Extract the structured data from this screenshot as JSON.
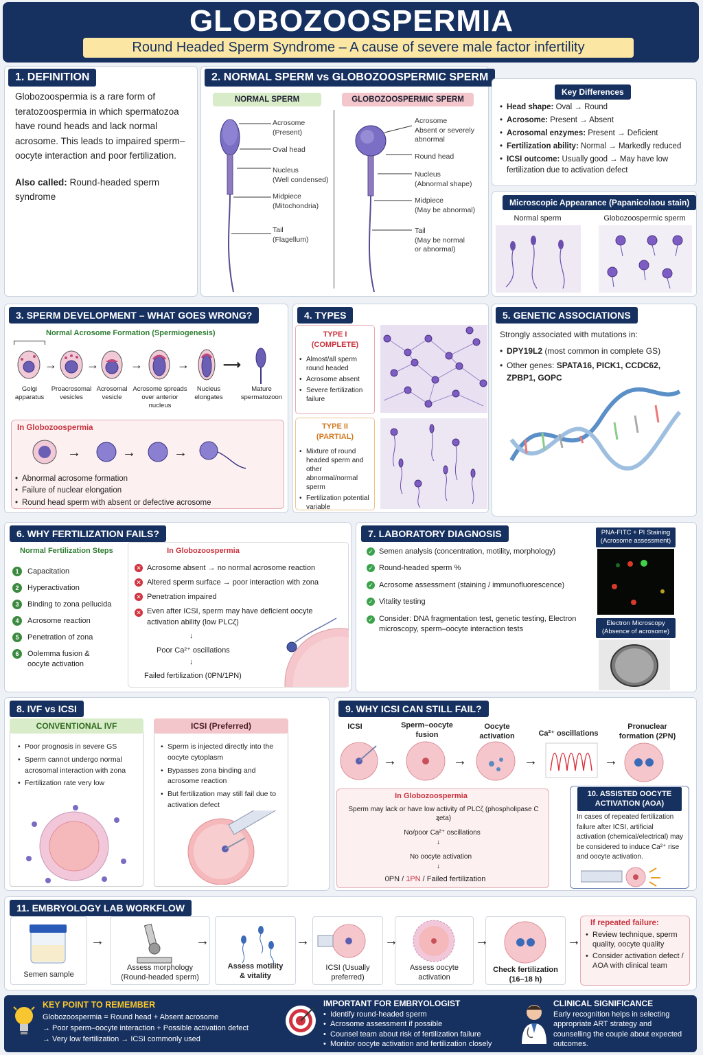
{
  "header": {
    "title": "GLOBOZOOSPERMIA",
    "subtitle": "Round Headed Sperm Syndrome – A cause of severe male factor infertility"
  },
  "s1": {
    "head": "1. DEFINITION",
    "text": "Globozoospermia is a rare form of teratozoospermia in which spermatozoa have round heads and lack normal acrosome. This leads to impaired sperm–oocyte interaction and poor fertilization.",
    "also_label": "Also called:",
    "also_text": "Round-headed sperm syndrome"
  },
  "s2": {
    "head": "2. NORMAL SPERM vs GLOBOZOOSPERMIC SPERM",
    "normal_tag": "NORMAL SPERM",
    "globo_tag": "GLOBOZOOSPERMIC SPERM",
    "normal_labels": [
      "Acrosome\n(Present)",
      "Oval head",
      "Nucleus\n(Well condensed)",
      "Midpiece\n(Mitochondria)",
      "Tail\n(Flagellum)"
    ],
    "globo_labels": [
      "Acrosome\nAbsent or severely\nabnormal",
      "Round head",
      "Nucleus\n(Abnormal shape)",
      "Midpiece\n(May be abnormal)",
      "Tail\n(May be normal\nor abnormal)"
    ]
  },
  "kd": {
    "head": "Key Differences",
    "items": [
      {
        "b": "Head shape:",
        "t": " Oval → Round"
      },
      {
        "b": "Acrosome:",
        "t": " Present → Absent"
      },
      {
        "b": "Acrosomal enzymes:",
        "t": " Present → Deficient"
      },
      {
        "b": "Fertilization ability:",
        "t": " Normal → Markedly reduced"
      },
      {
        "b": "ICSI outcome:",
        "t": " Usually good → May have low fertilization due to activation defect"
      }
    ]
  },
  "micro": {
    "head": "Microscopic Appearance (Papanicolaou stain)",
    "normal": "Normal sperm",
    "globo": "Globozoospermic sperm"
  },
  "s3": {
    "head": "3. SPERM DEVELOPMENT – WHAT GOES WRONG?",
    "normal_title": "Normal Acrosome Formation (Spermiogenesis)",
    "steps": [
      "Golgi\napparatus",
      "Proacrosomal\nvesicles",
      "Acrosomal\nvesicle",
      "Acrosome spreads\nover anterior\nnucleus",
      "Nucleus\nelongates",
      "Mature\nspermatozoon"
    ],
    "globo_title": "In Globozoospermia",
    "bullets": [
      "Abnormal acrosome formation",
      "Failure of nuclear elongation",
      "Round head sperm with absent or defective acrosome"
    ]
  },
  "s4": {
    "head": "4. TYPES",
    "t1_title": "TYPE I\n(COMPLETE)",
    "t1": [
      "Almost/all sperm round headed",
      "Acrosome absent",
      "Severe fertilization failure"
    ],
    "t2_title": "TYPE II\n(PARTIAL)",
    "t2": [
      "Mixture of round headed sperm and other abnormal/normal sperm",
      "Fertilization potential variable"
    ]
  },
  "s5": {
    "head": "5. GENETIC ASSOCIATIONS",
    "intro": "Strongly associated with mutations in:",
    "g1b": "DPY19L2",
    "g1t": " (most common in complete GS)",
    "g2t": "Other genes: ",
    "g2b": "SPATA16, PICK1, CCDC62, ZPBP1, GOPC"
  },
  "s6": {
    "head": "6. WHY FERTILIZATION FAILS?",
    "normal_title": "Normal Fertilization Steps",
    "steps": [
      "Capacitation",
      "Hyperactivation",
      "Binding to zona pellucida",
      "Acrosome reaction",
      "Penetration of zona",
      "Oolemma fusion & oocyte activation"
    ],
    "globo_title": "In Globozoospermia",
    "fails": [
      "Acrosome absent → no normal acrosome reaction",
      "Altered sperm surface → poor interaction with zona",
      "Penetration impaired",
      "Even after ICSI, sperm may have deficient oocyte activation ability (low PLCζ)"
    ],
    "f1": "Poor Ca²⁺ oscillations",
    "f2": "Failed fertilization (0PN/1PN)"
  },
  "s7": {
    "head": "7. LABORATORY DIAGNOSIS",
    "items": [
      "Semen analysis (concentration, motility, morphology)",
      "Round-headed sperm %",
      "Acrosome assessment (staining / immunofluorescence)",
      "Vitality testing",
      "Consider: DNA fragmentation test, genetic testing, Electron microscopy, sperm–oocyte interaction tests"
    ],
    "pna": "PNA-FITC + PI Staining\n(Acrosome assessment)",
    "em": "Electron Microscopy\n(Absence of acrosome)"
  },
  "s8": {
    "head": "8. IVF vs ICSI",
    "ivf_title": "CONVENTIONAL IVF",
    "ivf": [
      "Poor prognosis in severe GS",
      "Sperm cannot undergo normal acrosomal interaction with zona",
      "Fertilization rate very low"
    ],
    "icsi_title": "ICSI (Preferred)",
    "icsi": [
      "Sperm is injected directly into the oocyte cytoplasm",
      "Bypasses zona binding and acrosome reaction",
      "But fertilization may still fail due to activation defect"
    ]
  },
  "s9": {
    "head": "9. WHY ICSI CAN STILL FAIL?",
    "steps": [
      "ICSI",
      "Sperm–oocyte\nfusion",
      "Oocyte\nactivation",
      "Ca²⁺ oscillations",
      "Pronuclear\nformation (2PN)"
    ],
    "globo_title": "In Globozoospermia",
    "l1": "Sperm may lack or have low activity of PLCζ (phospholipase C zeta)",
    "l2": "No/poor Ca²⁺ oscillations",
    "l3": "No oocyte activation",
    "l4a": "0PN",
    "l4b": "1PN",
    "l4c": "Failed fertilization"
  },
  "s10": {
    "head": "10. ASSISTED OOCYTE\nACTIVATION (AOA)",
    "text": "In cases of repeated fertilization failure after ICSI, artificial activation (chemical/electrical) may be considered to induce Ca²⁺ rise and oocyte activation."
  },
  "s11": {
    "head": "11. EMBRYOLOGY LAB WORKFLOW",
    "steps": [
      "Semen sample",
      "Assess morphology\n(Round-headed sperm)",
      "Assess motility\n& vitality",
      "ICSI (Usually\npreferred)",
      "Assess oocyte\nactivation",
      "Check fertilization\n(16–18 h)"
    ],
    "fail_title": "If repeated failure:",
    "fail": [
      "Review technique, sperm quality, oocyte quality",
      "Consider activation defect / AOA with clinical team"
    ]
  },
  "footer": {
    "k_title": "KEY POINT TO REMEMBER",
    "k_lines": [
      "Globozoospermia = Round head + Absent acrosome",
      "→ Poor sperm–oocyte interaction + Possible activation defect",
      "→ Very low fertilization → ICSI commonly used"
    ],
    "e_title": "IMPORTANT FOR EMBRYOLOGIST",
    "e_items": [
      "Identify round-headed sperm",
      "Acrosome assessment if possible",
      "Counsel team about risk of fertilization failure",
      "Monitor oocyte activation and fertilization closely"
    ],
    "c_title": "CLINICAL SIGNIFICANCE",
    "c_text": "Early recognition helps in selecting appropriate ART strategy and counselling the couple about expected outcomes."
  },
  "colors": {
    "navy": "#16305f",
    "purple": "#6a5fb8",
    "pink": "#f3c6cc",
    "green_tag": "#d8ecc9"
  }
}
